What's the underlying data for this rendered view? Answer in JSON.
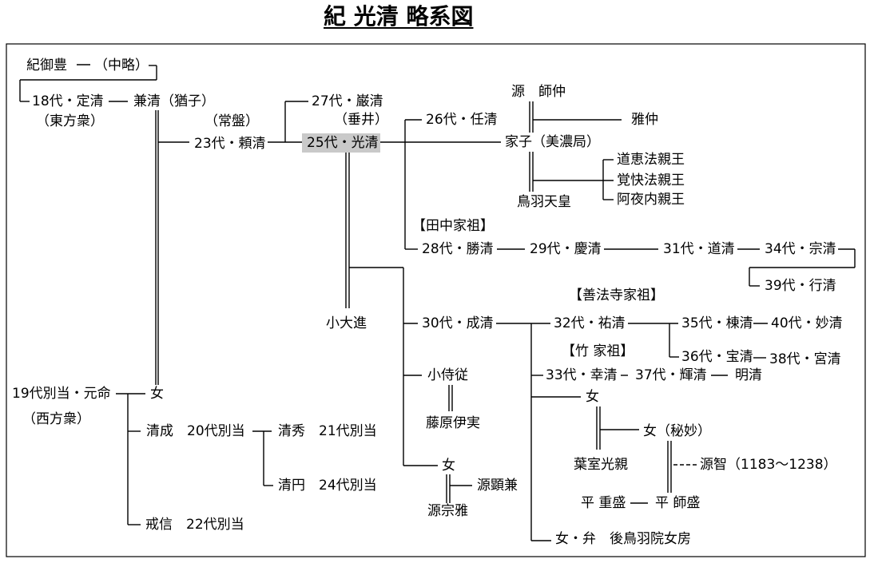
{
  "title": "紀 光清 略系図",
  "highlight_color": "#c9c9c9",
  "annotations": {
    "chuuryaku": "（中略）",
    "toubou": "（東方衆）",
    "tokiwa": "（常盤）",
    "tarui": "（垂井）",
    "tanaka": "【田中家祖】",
    "zenpouji": "【善法寺家祖】",
    "take": "【竹 家祖】",
    "saihou": "（西方衆）"
  },
  "people": {
    "ki_mitoyo": "紀御豊",
    "sadakiyo": "18代・定清",
    "kanekiyo": "兼清（猶子）",
    "yorikiyo": "23代・頼清",
    "iwakiyo": "27代・巌清",
    "mitsukiyo": "25代・光清",
    "ninkiyo": "26代・任清",
    "minamoto_moronaka": "源　師仲",
    "masanaka": "雅仲",
    "kako": "家子（美濃局）",
    "doukei": "道恵法親王",
    "kakukai": "覚快法親王",
    "ayauchi": "阿夜内親王",
    "toba": "鳥羽天皇",
    "katsukiyo": "28代・勝清",
    "yoshikiyo": "29代・慶清",
    "michikiyo": "31代・道清",
    "munekiyo_34": "34代・宗清",
    "yukikiyo": "39代・行清",
    "kodaishin": "小大進",
    "narikiyo": "30代・成清",
    "sukekiyo": "32代・祐清",
    "munekiyo_35": "35代・棟清",
    "myoukiyo": "40代・妙清",
    "houkiyo": "36代・宝清",
    "miyakiyo": "38代・宮清",
    "kojijuu": "小侍従",
    "koukiyo": "33代・幸清",
    "terukiyo": "37代・輝清",
    "akikiyo": "明清",
    "daughter_kanekiyo": "女",
    "motonori": "19代別当・元命",
    "daughter_narikiyo": "女",
    "fujiwara_korezane": "藤原伊実",
    "kiyonari": "清成　20代別当",
    "kiyohide": "清秀　21代別当",
    "himyou": "女（秘妙）",
    "daughter_mitsukiyo": "女",
    "hamuro_mitsuchika": "葉室光親",
    "genchi": "源智（1183～1238）",
    "minamoto_akikane": "源顕兼",
    "kiyomaru": "清円　24代別当",
    "minamoto_munemasa": "源宗雅",
    "taira_shigemori": "平 重盛",
    "taira_moromori": "平 師盛",
    "kaishin": "戒信　22代別当",
    "ben": "女・弁　後鳥羽院女房"
  }
}
